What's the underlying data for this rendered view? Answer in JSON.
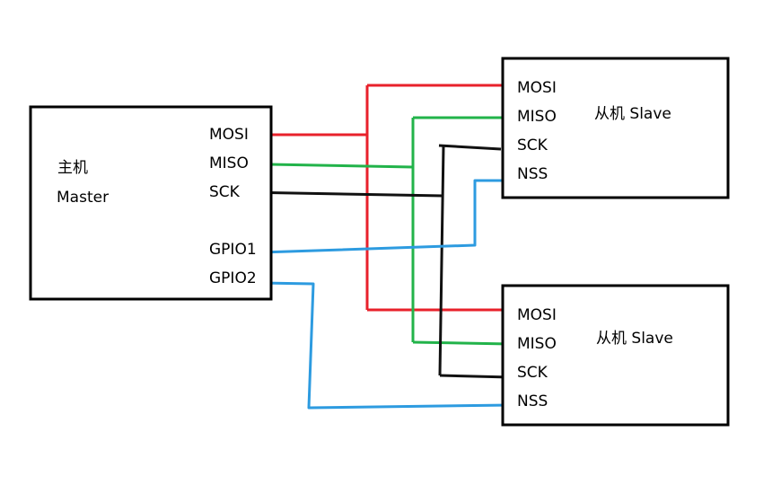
{
  "colors": {
    "mosi": "#e8212b",
    "miso": "#22b34a",
    "sck": "#111111",
    "nss": "#2d9be0",
    "box_border": "#000000",
    "background": "#ffffff"
  },
  "master": {
    "title_cn": "主机",
    "title_en": "Master",
    "pins": {
      "mosi": "MOSI",
      "miso": "MISO",
      "sck": "SCK",
      "gpio1": "GPIO1",
      "gpio2": "GPIO2"
    }
  },
  "slaves": [
    {
      "title": "从机 Slave",
      "pins": {
        "mosi": "MOSI",
        "miso": "MISO",
        "sck": "SCK",
        "nss": "NSS"
      }
    },
    {
      "title": "从机 Slave",
      "pins": {
        "mosi": "MOSI",
        "miso": "MISO",
        "sck": "SCK",
        "nss": "NSS"
      }
    }
  ]
}
